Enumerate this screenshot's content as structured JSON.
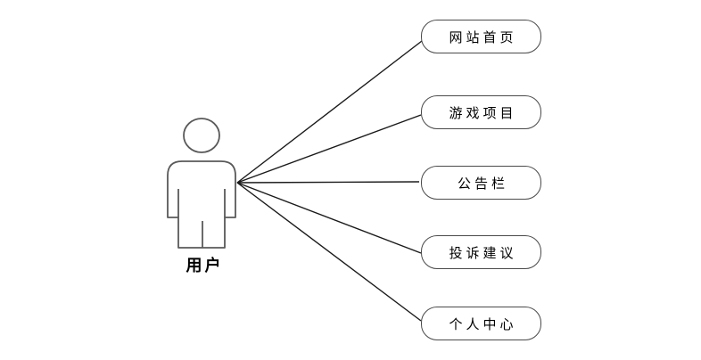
{
  "diagram": {
    "type": "use-case-diagram",
    "actor": {
      "label": "用户"
    },
    "use_cases": [
      {
        "label": "网站首页"
      },
      {
        "label": "游戏项目"
      },
      {
        "label": "公告栏"
      },
      {
        "label": "投诉建议"
      },
      {
        "label": "个人中心"
      }
    ],
    "colors": {
      "background": "#ffffff",
      "shape_stroke": "#4a4a4a",
      "actor_stroke": "#595959",
      "line_stroke": "#1a1a1a",
      "text": "#000000"
    }
  }
}
